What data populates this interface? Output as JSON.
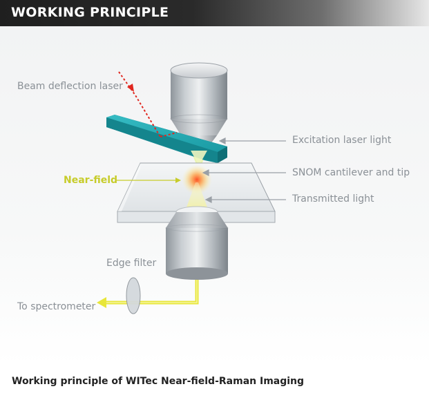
{
  "header": {
    "title": "WORKING PRINCIPLE"
  },
  "labels": {
    "beam_deflection_laser": "Beam deflection laser",
    "excitation_laser_light": "Excitation laser light",
    "near_field": "Near-field",
    "snom_cantilever_tip": "SNOM  cantilever and tip",
    "transmitted_light": "Transmitted light",
    "edge_filter": "Edge filter",
    "to_spectrometer": "To spectrometer"
  },
  "caption": "Working principle of WITec Near-field-Raman Imaging",
  "colors": {
    "cantilever": "#1aa3ad",
    "laser": "#e0261f",
    "yellow_beam": "#e8e63a",
    "near_field_label": "#c7cc2a",
    "label_gray": "#8a9096"
  }
}
